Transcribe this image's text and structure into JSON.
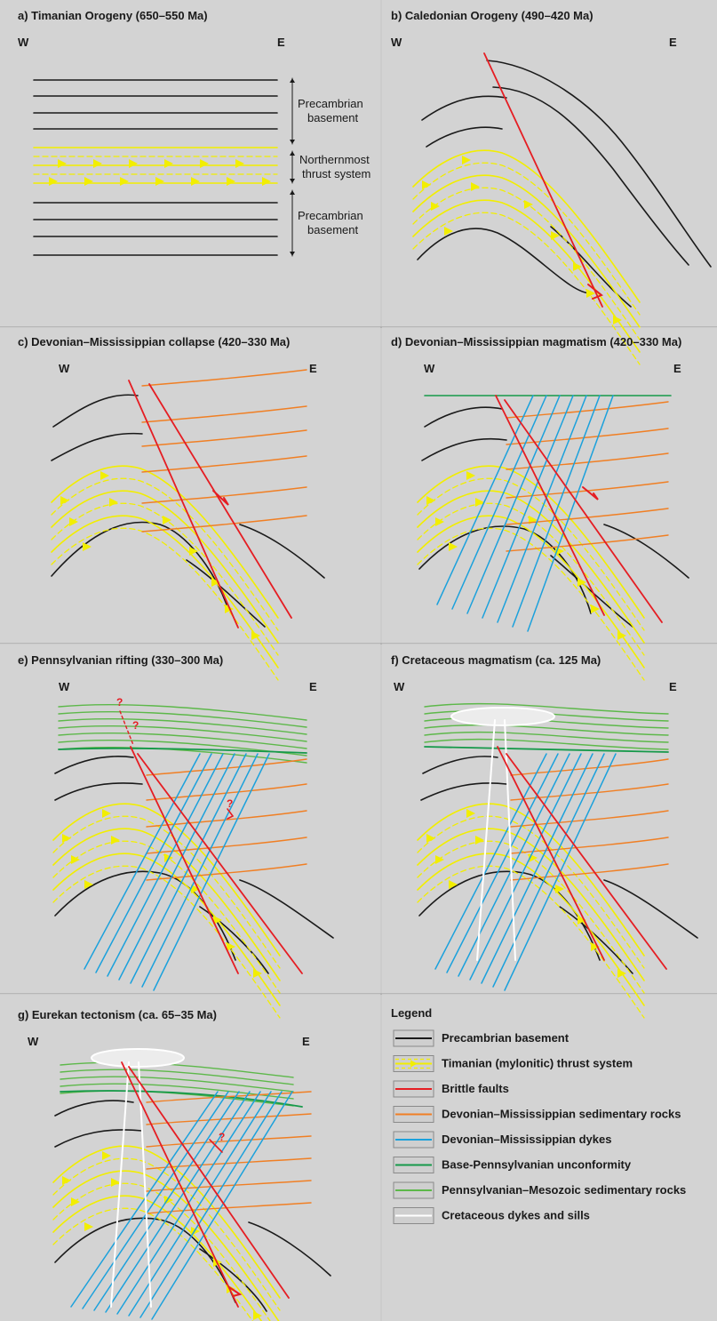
{
  "colors": {
    "background": "#d3d3d3",
    "frame": "#9a9a9a",
    "precambrian": "#1a1a1a",
    "thrust": "#f2ee00",
    "faults": "#e51d23",
    "devonian_sediments": "#f07f24",
    "devonian_dykes": "#1ba1dc",
    "unconformity": "#16994a",
    "pennsylvanian_mesozoic": "#5db84a",
    "cretaceous_dykes": "#ffffff"
  },
  "panels": {
    "a": {
      "title": "a) Timanian Orogeny (650–550 Ma)",
      "west": "W",
      "east": "E",
      "labels": {
        "upper_basement_1": "Precambrian",
        "upper_basement_2": "basement",
        "thrust_1": "Northernmost",
        "thrust_2": "thrust system",
        "lower_basement_1": "Precambrian",
        "lower_basement_2": "basement"
      }
    },
    "b": {
      "title": "b) Caledonian Orogeny (490–420 Ma)",
      "west": "W",
      "east": "E"
    },
    "c": {
      "title": "c) Devonian–Mississippian collapse (420–330 Ma)",
      "west": "W",
      "east": "E"
    },
    "d": {
      "title": "d) Devonian–Mississippian magmatism (420–330 Ma)",
      "west": "W",
      "east": "E"
    },
    "e": {
      "title": "e) Pennsylvanian rifting (330–300 Ma)",
      "west": "W",
      "east": "E",
      "question_mark": "?"
    },
    "f": {
      "title": "f) Cretaceous magmatism (ca. 125 Ma)",
      "west": "W",
      "east": "E"
    },
    "g": {
      "title": "g) Eurekan tectonism (ca. 65–35 Ma)",
      "west": "W",
      "east": "E",
      "question_mark": "?"
    }
  },
  "legend": {
    "title": "Legend",
    "items": [
      {
        "label": "Precambrian basement",
        "color_key": "precambrian"
      },
      {
        "label": "Timanian (mylonitic) thrust system",
        "color_key": "thrust"
      },
      {
        "label": "Brittle faults",
        "color_key": "faults"
      },
      {
        "label": "Devonian–Mississippian sedimentary rocks",
        "color_key": "devonian_sediments"
      },
      {
        "label": "Devonian–Mississippian dykes",
        "color_key": "devonian_dykes"
      },
      {
        "label": "Base-Pennsylvanian unconformity",
        "color_key": "unconformity"
      },
      {
        "label": "Pennsylvanian–Mesozoic sedimentary rocks",
        "color_key": "pennsylvanian_mesozoic"
      },
      {
        "label": "Cretaceous dykes and sills",
        "color_key": "cretaceous_dykes"
      }
    ]
  }
}
